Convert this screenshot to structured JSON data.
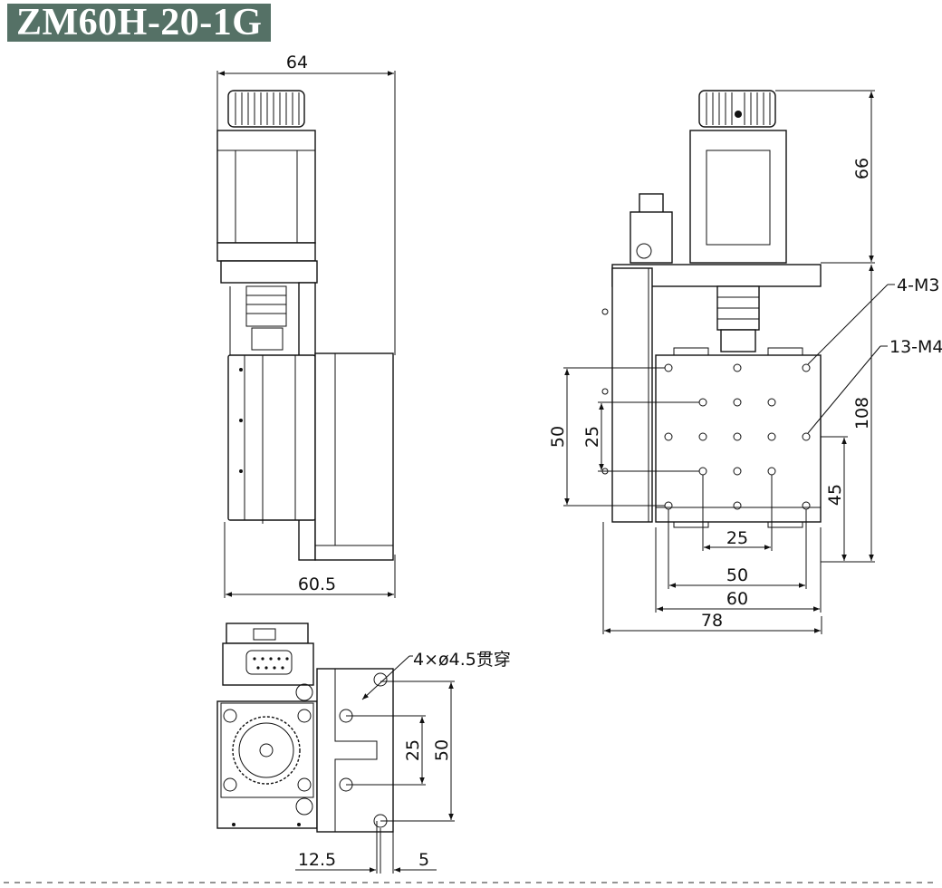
{
  "title": "ZM60H-20-1G",
  "colors": {
    "badge": "#557166",
    "line": "#111111"
  },
  "side_view": {
    "width_top": "64",
    "width_bottom": "60.5"
  },
  "front_view": {
    "height_motor": "66",
    "height_total": "108",
    "v_50": "50",
    "v_25": "25",
    "v_45": "45",
    "h_25": "25",
    "h_50": "50",
    "h_60": "60",
    "h_78": "78",
    "callout_m3": "4-M3",
    "callout_m4": "13-M4"
  },
  "top_view": {
    "hole_callout": "4×ø4.5贯穿",
    "v_25": "25",
    "v_50": "50",
    "h_12_5": "12.5",
    "h_5": "5"
  }
}
